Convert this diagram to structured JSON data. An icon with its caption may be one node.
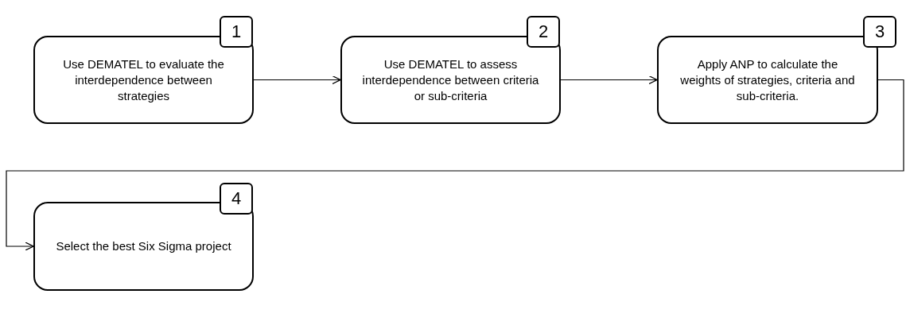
{
  "diagram": {
    "nodes": [
      {
        "text": [
          "Use DEMATEL to evaluate the interdependence between strategies"
        ]
      },
      {
        "text": [
          "1"
        ]
      },
      {
        "text": [
          "Use DEMATEL to assess interdependence between criteria or sub-criteria"
        ]
      },
      {
        "text": [
          "2"
        ]
      },
      {
        "text": [
          "Apply ANP to calculate the weights of strategies, criteria and sub-criteria."
        ]
      },
      {
        "text": [
          "3"
        ]
      },
      {
        "text": [
          "Select the best Six Sigma project"
        ]
      },
      {
        "text": [
          "4"
        ]
      }
    ],
    "edges": [
      {
        "from": 0,
        "to": 2,
        "arrow": "to"
      },
      {
        "from": 2,
        "to": 4,
        "arrow": "to"
      },
      {
        "from": 4,
        "to": 6,
        "arrow": "to"
      }
    ]
  }
}
